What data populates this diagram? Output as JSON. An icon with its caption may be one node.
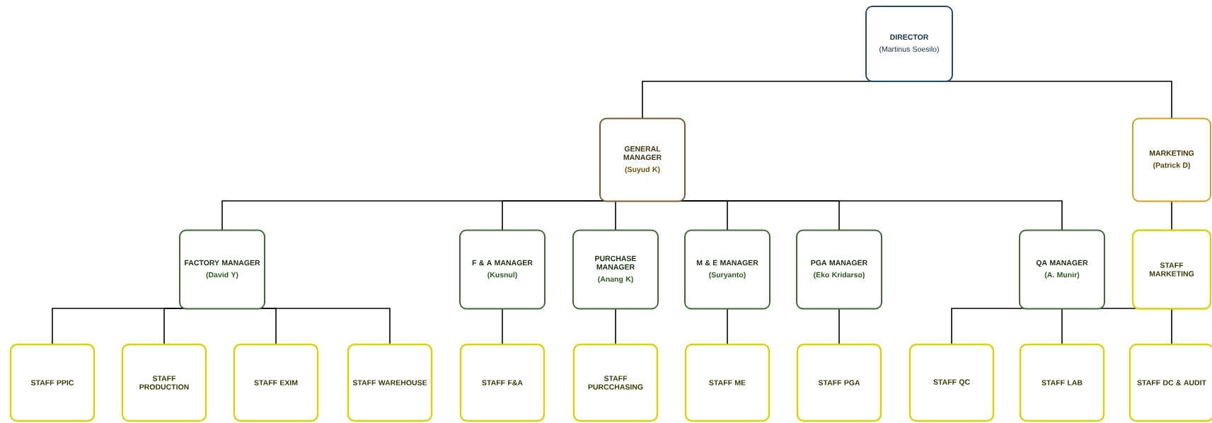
{
  "diagram": {
    "nodes": [
      {
        "text": [
          "DIRECTOR",
          "(Martinus Soesilo)"
        ]
      },
      {
        "text": [
          "GENERAL MANAGER",
          "(Suyud K)"
        ]
      },
      {
        "text": [
          "MARKETING",
          "(Patrick D)"
        ]
      },
      {
        "text": [
          "FACTORY MANAGER",
          "(David Y)"
        ]
      },
      {
        "text": [
          "F & A MANAGER",
          "(Kusnul)"
        ]
      },
      {
        "text": [
          "PURCHASE MANAGER",
          "(Anang K)"
        ]
      },
      {
        "text": [
          "M & E MANAGER",
          "(Suryanto)"
        ]
      },
      {
        "text": [
          "PGA MANAGER",
          "(Eko Kridarso)"
        ]
      },
      {
        "text": [
          "QA MANAGER",
          "(A. Munir)"
        ]
      },
      {
        "text": [
          "STAFF MARKETING"
        ]
      },
      {
        "text": [
          "STAFF PPIC"
        ]
      },
      {
        "text": [
          "STAFF PRODUCTION"
        ]
      },
      {
        "text": [
          "STAFF EXIM"
        ]
      },
      {
        "text": [
          "STAFF WAREHOUSE"
        ]
      },
      {
        "text": [
          "STAFF F&A"
        ]
      },
      {
        "text": [
          "STAFF PURCCHASING"
        ]
      },
      {
        "text": [
          "STAFF ME"
        ]
      },
      {
        "text": [
          "STAFF PGA"
        ]
      },
      {
        "text": [
          "STAFF QC"
        ]
      },
      {
        "text": [
          "STAFF LAB"
        ]
      },
      {
        "text": [
          "STAFF DC & AUDIT"
        ]
      }
    ],
    "edges": [
      {
        "from": 0,
        "to": 1,
        "arrow": "none"
      },
      {
        "from": 0,
        "to": 2,
        "arrow": "none"
      },
      {
        "from": 1,
        "to": 3,
        "arrow": "none"
      },
      {
        "from": 1,
        "to": 4,
        "arrow": "none"
      },
      {
        "from": 1,
        "to": 5,
        "arrow": "none"
      },
      {
        "from": 1,
        "to": 6,
        "arrow": "none"
      },
      {
        "from": 1,
        "to": 7,
        "arrow": "none"
      },
      {
        "from": 1,
        "to": 8,
        "arrow": "none"
      },
      {
        "from": 2,
        "to": 9,
        "arrow": "none"
      },
      {
        "from": 3,
        "to": 10,
        "arrow": "none"
      },
      {
        "from": 3,
        "to": 11,
        "arrow": "none"
      },
      {
        "from": 3,
        "to": 12,
        "arrow": "none"
      },
      {
        "from": 3,
        "to": 13,
        "arrow": "none"
      },
      {
        "from": 4,
        "to": 14,
        "arrow": "none"
      },
      {
        "from": 5,
        "to": 15,
        "arrow": "none"
      },
      {
        "from": 6,
        "to": 16,
        "arrow": "none"
      },
      {
        "from": 7,
        "to": 17,
        "arrow": "none"
      },
      {
        "from": 8,
        "to": 18,
        "arrow": "none"
      },
      {
        "from": 8,
        "to": 19,
        "arrow": "none"
      },
      {
        "from": 8,
        "to": 20,
        "arrow": "none"
      }
    ]
  }
}
